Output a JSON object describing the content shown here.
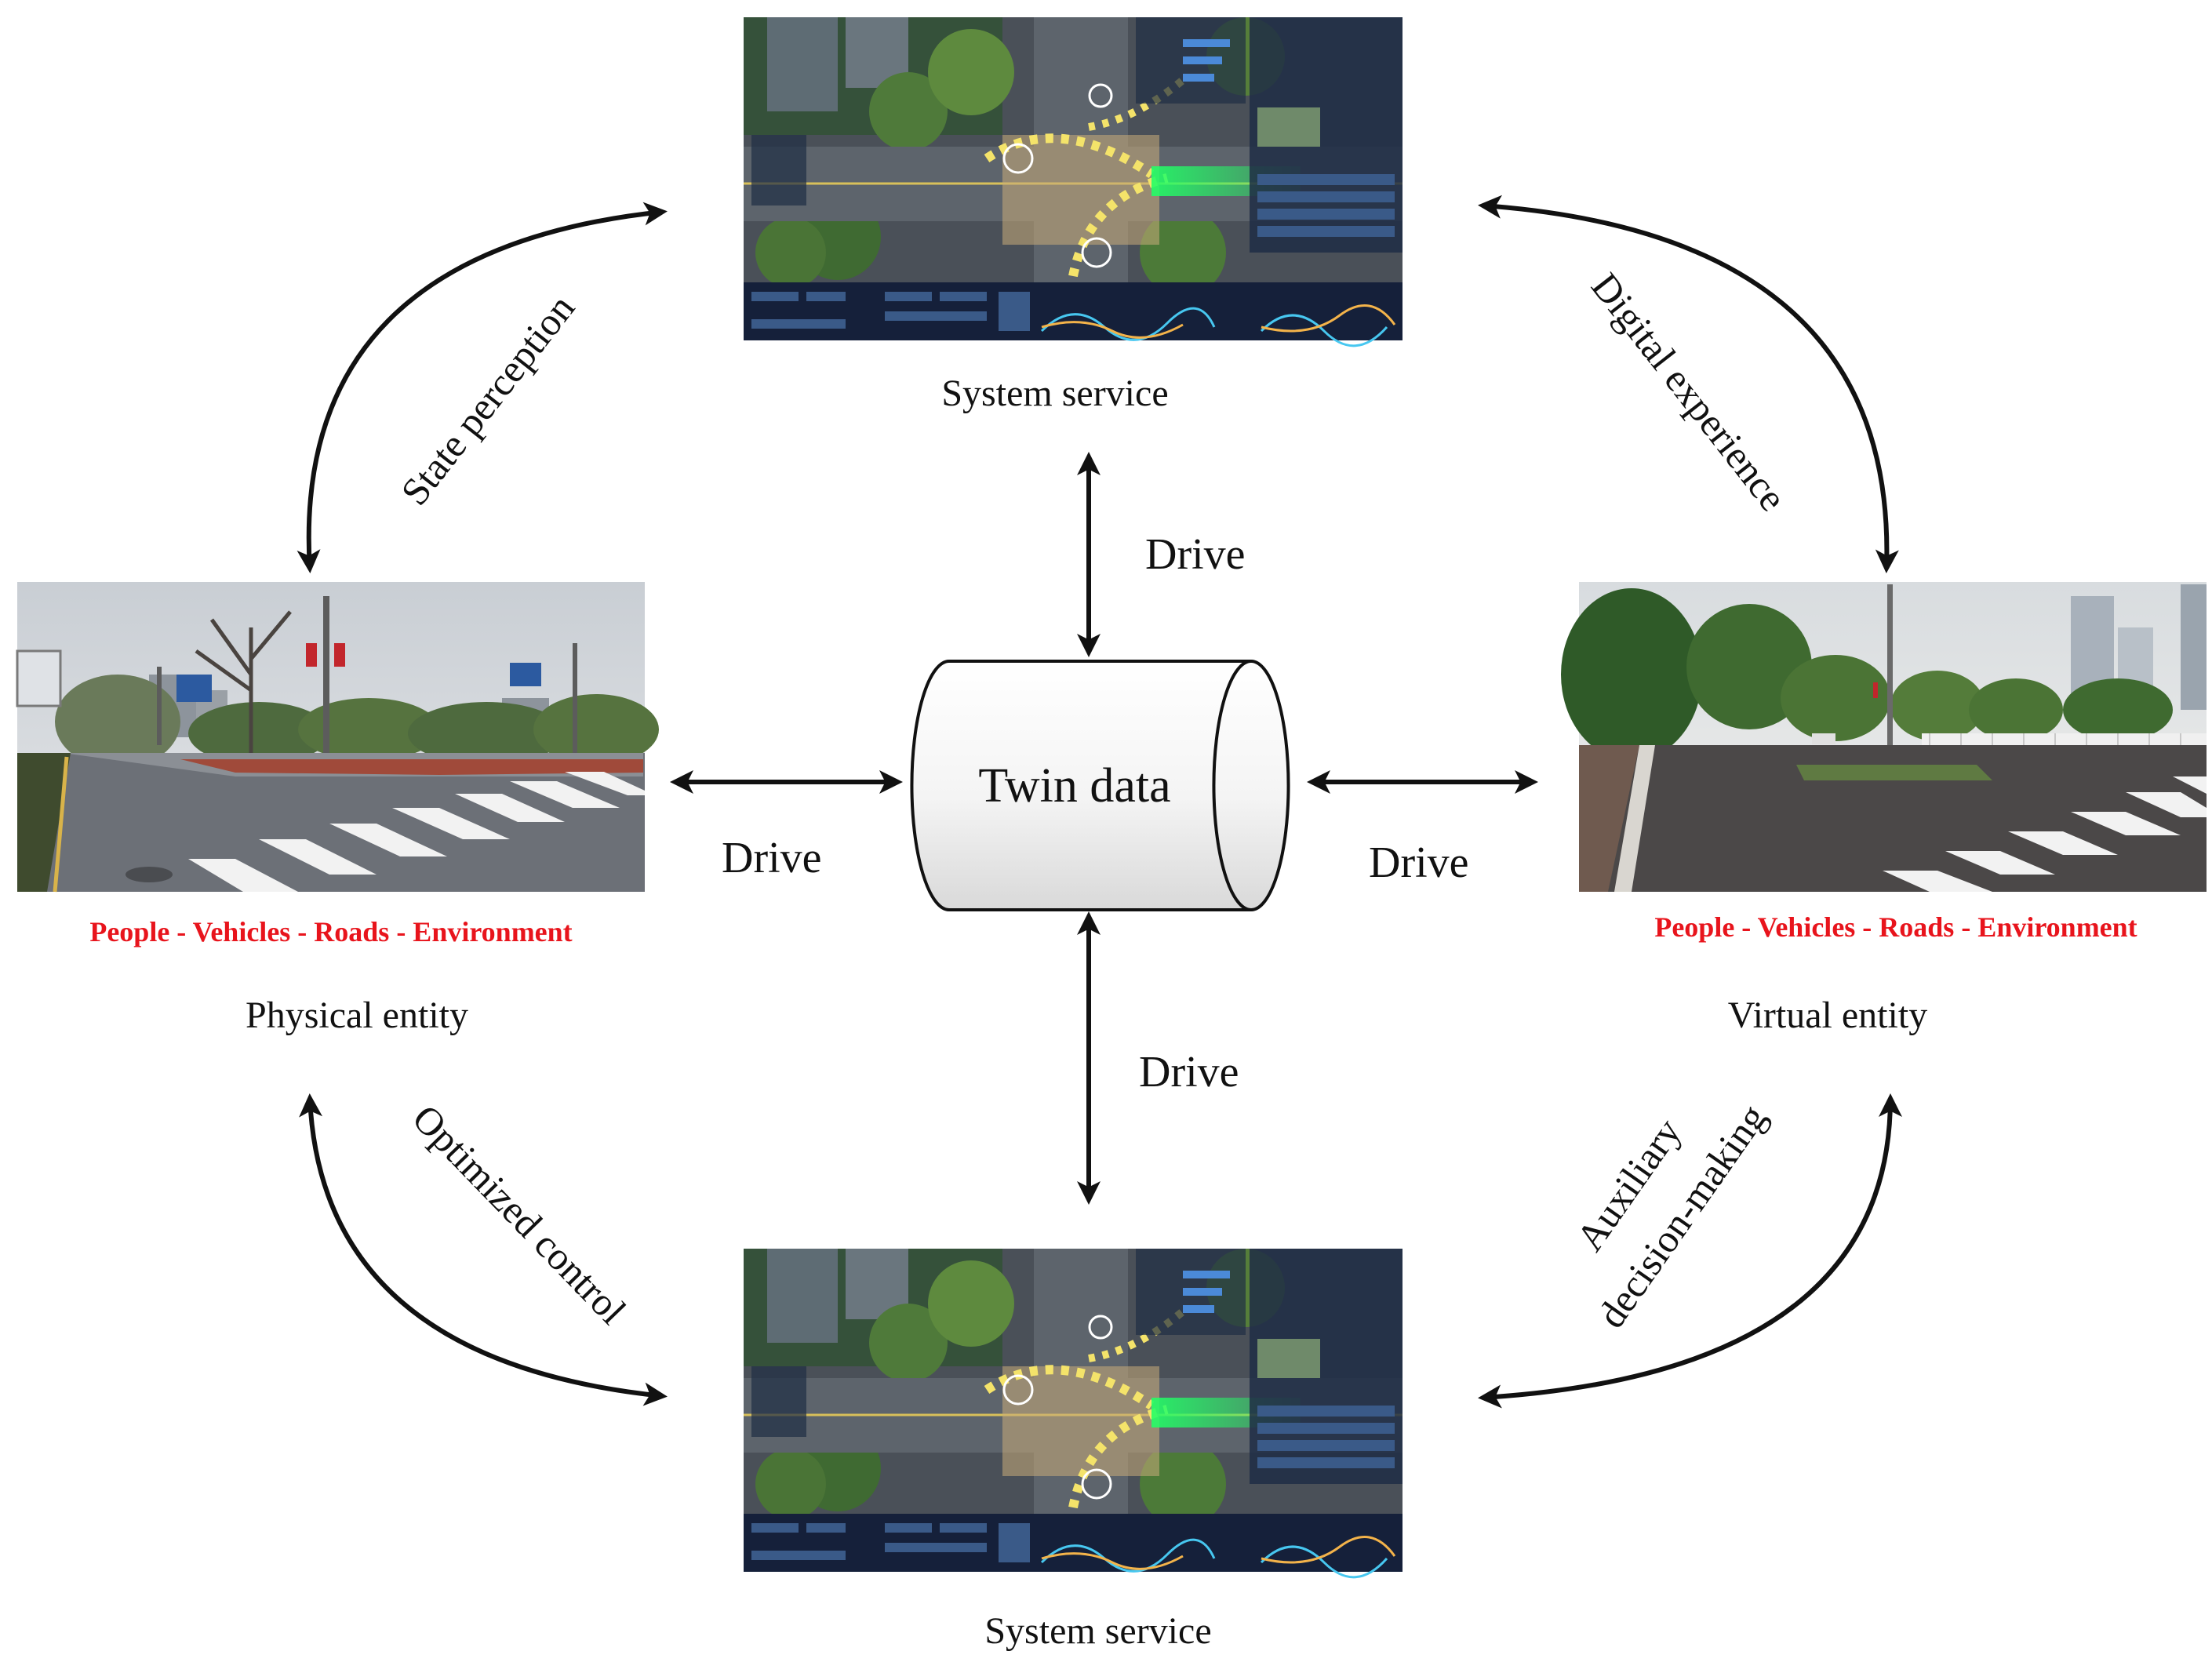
{
  "nodes": {
    "top": {
      "caption": "System service"
    },
    "bottom": {
      "caption": "System service"
    },
    "left": {
      "caption": "Physical entity",
      "elements": "People - Vehicles - Roads - Environment"
    },
    "right": {
      "caption": "Virtual entity",
      "elements": "People - Vehicles - Roads - Environment"
    },
    "center": {
      "label": "Twin data"
    }
  },
  "drive_labels": {
    "top": "Drive",
    "bottom": "Drive",
    "left": "Drive",
    "right": "Drive"
  },
  "arcs": {
    "top_left": "State perception",
    "top_right": "Digital experience",
    "bottom_left": "Optimized control",
    "bottom_right_line1": "Auxiliary",
    "bottom_right_line2": "decision-making"
  },
  "colors": {
    "label_red": "#e8141c",
    "arrow": "#111111"
  }
}
